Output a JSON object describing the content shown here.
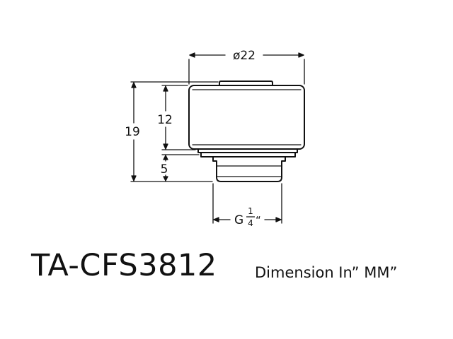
{
  "drawing": {
    "diameter_label": "ø22",
    "height_label": "19",
    "body_label": "12",
    "thread_length_label": "5",
    "thread_prefix": "G",
    "thread_fraction_num": "1",
    "thread_fraction_den": "4",
    "thread_suffix": "“",
    "line_color": "#111111"
  },
  "footer": {
    "model": "TA-CFS3812",
    "unit_note": "Dimension In” MM”"
  }
}
